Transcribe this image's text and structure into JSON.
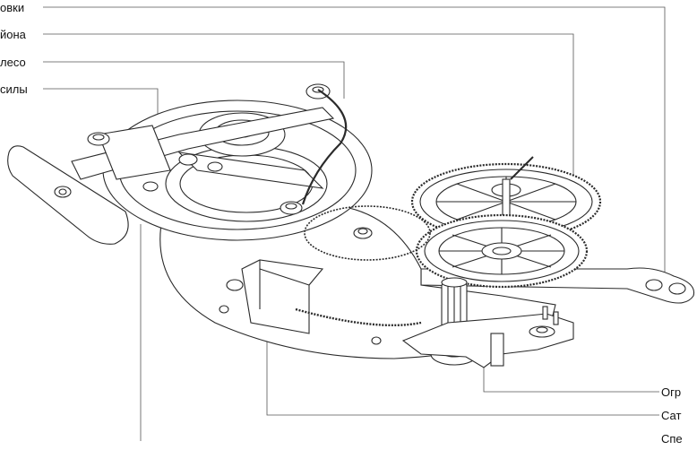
{
  "labels": {
    "left": [
      {
        "name": "label-top-1",
        "text": "овки"
      },
      {
        "name": "label-top-2",
        "text": "йона"
      },
      {
        "name": "label-top-3",
        "text": "лесо"
      },
      {
        "name": "label-top-4",
        "text": "силы"
      }
    ],
    "right": [
      {
        "name": "label-bottom-1",
        "text": "Огр"
      },
      {
        "name": "label-bottom-2",
        "text": "Сат"
      },
      {
        "name": "label-bottom-3",
        "text": "Спе"
      }
    ]
  },
  "colors": {
    "line": "#333333",
    "background": "#ffffff"
  }
}
